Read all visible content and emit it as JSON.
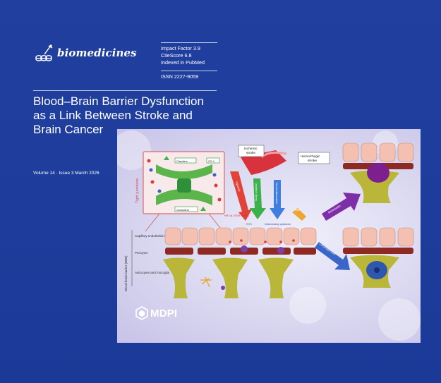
{
  "journal": {
    "name": "biomedicines",
    "impact_factor": "Impact Factor 3.9",
    "citescore": "CiteScore 6.8",
    "indexed": "Indexed in PubMed",
    "issn": "ISSN 2227-9059"
  },
  "article": {
    "title_lines": [
      "Blood–Brain Barrier Dysfunction",
      "as a Link Between Stroke and",
      "Brain Cancer"
    ],
    "volume": "Volume 14 · Issue 3 March 2026"
  },
  "figure": {
    "labels": {
      "ischemic": "Ischemic stroke",
      "hemorrhagic": "Hemorrhagic stroke",
      "tight_junctions": "Tight junctions",
      "claudins": "Claudins",
      "zo1": "ZO-1",
      "occludins": "Occludins",
      "hypoxia": "Hypoxia",
      "oxidative": "Oxidative Stress",
      "inflammation": "Neuroinflammation",
      "mmp": "MMP",
      "markers": "HIF-1α, VEGF, MMPs",
      "ros": "ROS",
      "cytokines": "Inflammatory cytokines",
      "metastasis": "Metastasis",
      "carcinogenesis": "Carcinogenesis",
      "bbb": "Blood-brain barrier (BBB)",
      "capillary": "Capillary endothelial cells",
      "pericytes": "Pericytes",
      "astro": "Astrocytes and microglia"
    }
  },
  "publisher": "MDPI"
}
